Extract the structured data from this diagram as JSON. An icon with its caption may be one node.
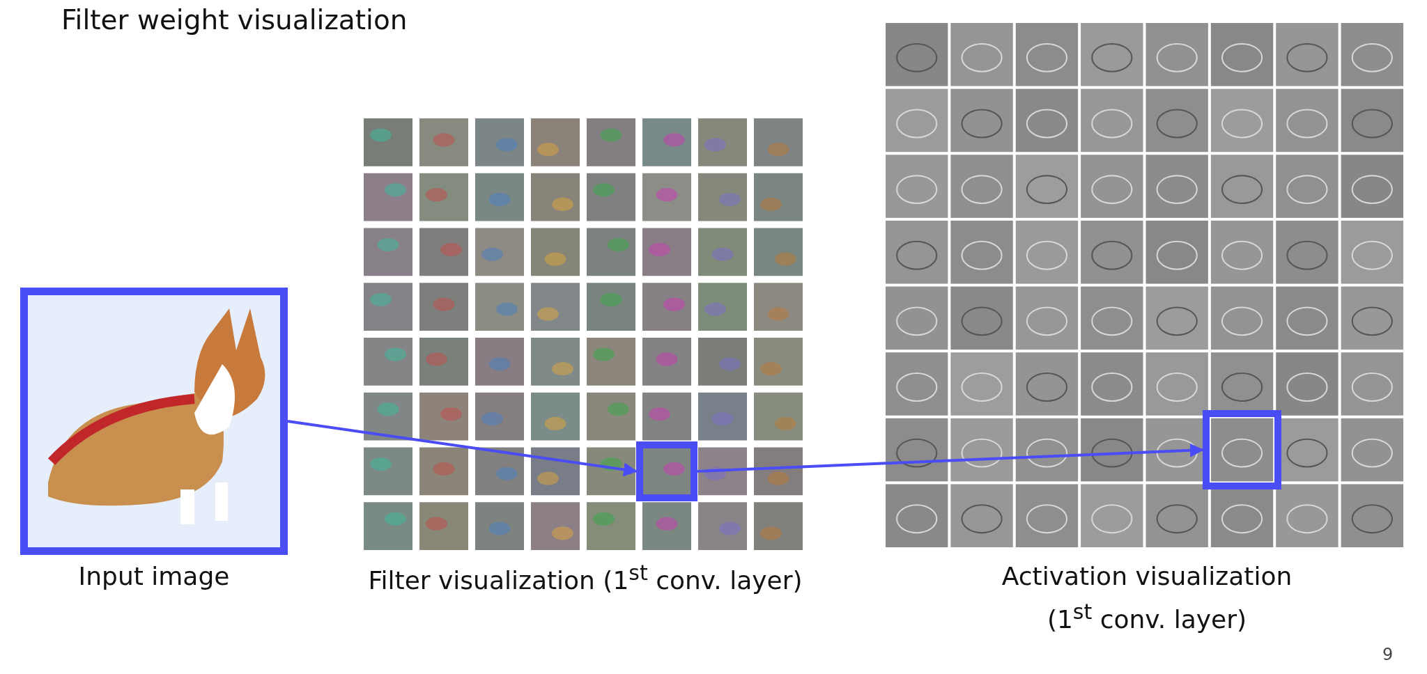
{
  "diagram": {
    "title": "Filter weight visualization",
    "nodes": [
      {
        "text": [],
        "shape": "picture",
        "beside": [
          "Input image"
        ]
      },
      {
        "text": [],
        "shape": "picture",
        "beside": [
          "Filter visualization (1$^{st}$ conv. layer)"
        ]
      },
      {
        "text": [],
        "shape": "box",
        "in": 1
      },
      {
        "text": [],
        "shape": "picture",
        "beside": [
          "Activation visualization (1$^{st}$ conv. layer)"
        ]
      },
      {
        "text": [],
        "shape": "box",
        "in": 3
      }
    ],
    "edges": [
      {
        "from": 0,
        "to": 2,
        "arrow": "to"
      },
      {
        "from": 2,
        "to": 4,
        "arrow": "to"
      }
    ],
    "labels": [
      "9"
    ]
  }
}
